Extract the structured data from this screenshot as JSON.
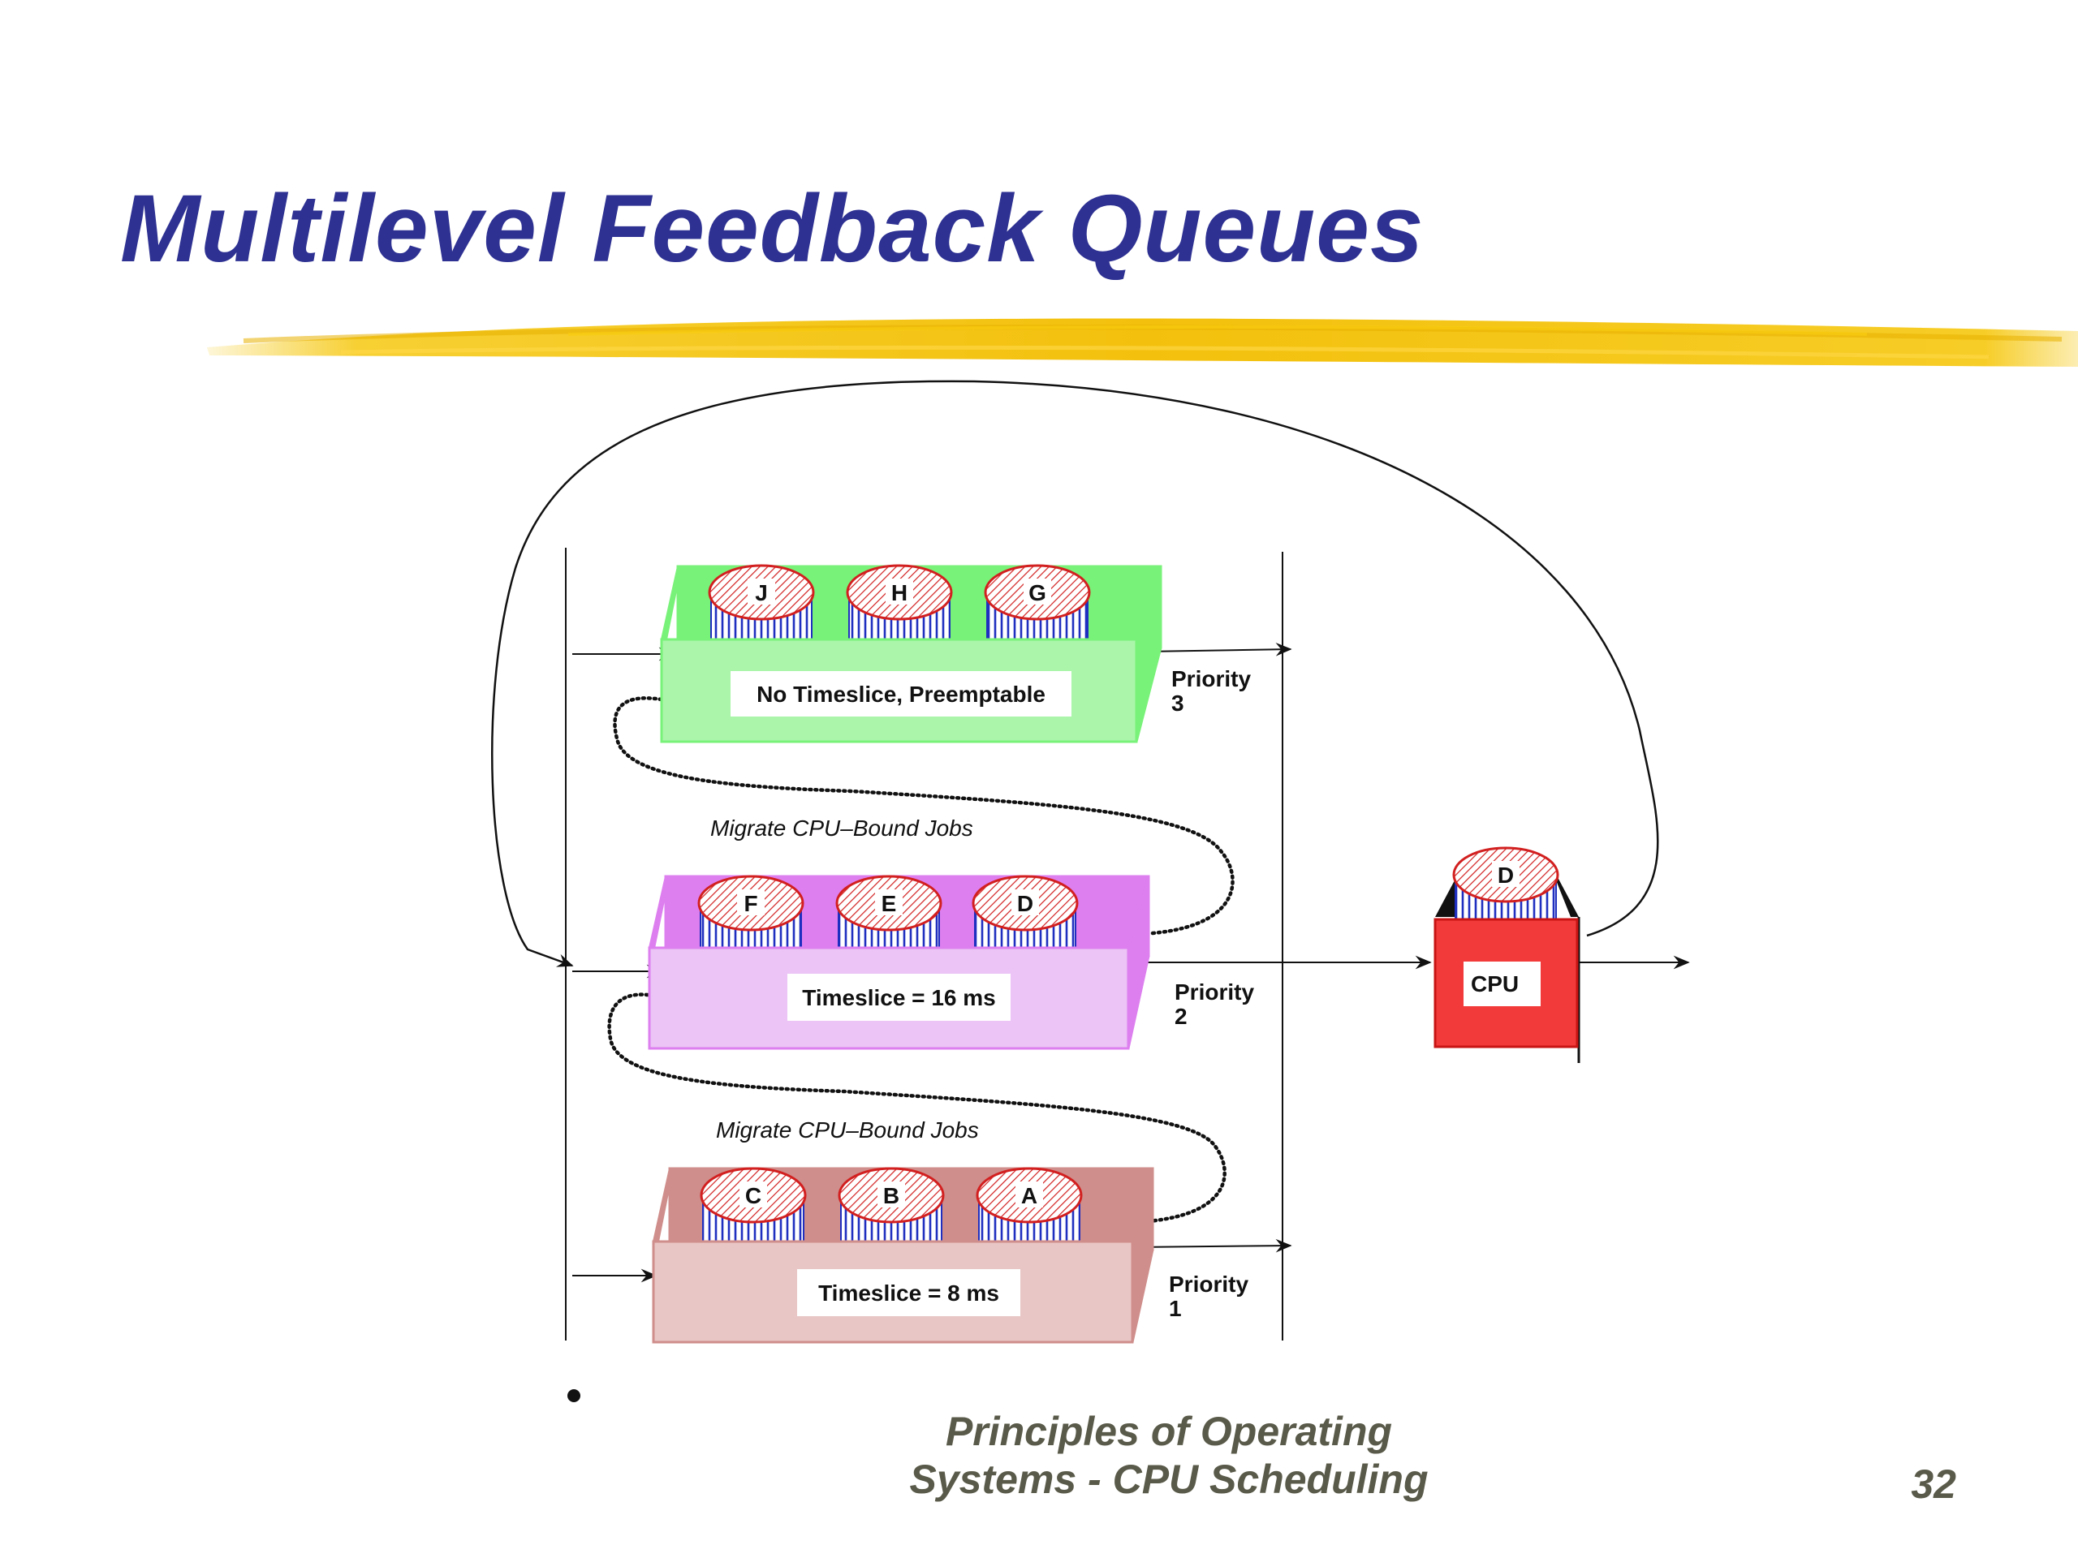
{
  "slide": {
    "title": "Multilevel Feedback Queues",
    "footer_line1": "Principles of Operating",
    "footer_line2": "Systems - CPU Scheduling",
    "page_number": "32"
  },
  "diagram": {
    "queues": [
      {
        "id": "q3",
        "label": "No Timeslice, Preemptable",
        "priority_word": "Priority",
        "priority_num": "3",
        "jobs": [
          "J",
          "H",
          "G"
        ],
        "color": "#79f279",
        "front_color": "#aaf5aa"
      },
      {
        "id": "q2",
        "label": "Timeslice = 16 ms",
        "priority_word": "Priority",
        "priority_num": "2",
        "jobs": [
          "F",
          "E",
          "D"
        ],
        "color": "#dd7fef",
        "front_color": "#ecc4f5"
      },
      {
        "id": "q1",
        "label": "Timeslice = 8 ms",
        "priority_word": "Priority",
        "priority_num": "1",
        "jobs": [
          "C",
          "B",
          "A"
        ],
        "color": "#cf8e8b",
        "front_color": "#e8c6c5"
      }
    ],
    "migrate_label_upper": "Migrate CPU–Bound Jobs",
    "migrate_label_lower": "Migrate CPU–Bound Jobs",
    "cpu": {
      "label": "CPU",
      "job": "D",
      "color": "#f23a3a"
    },
    "colors": {
      "highlight": "#f5c400",
      "title": "#2e3192",
      "job_outline": "#d21f1f",
      "job_stripes": "#1f2fbf"
    }
  }
}
